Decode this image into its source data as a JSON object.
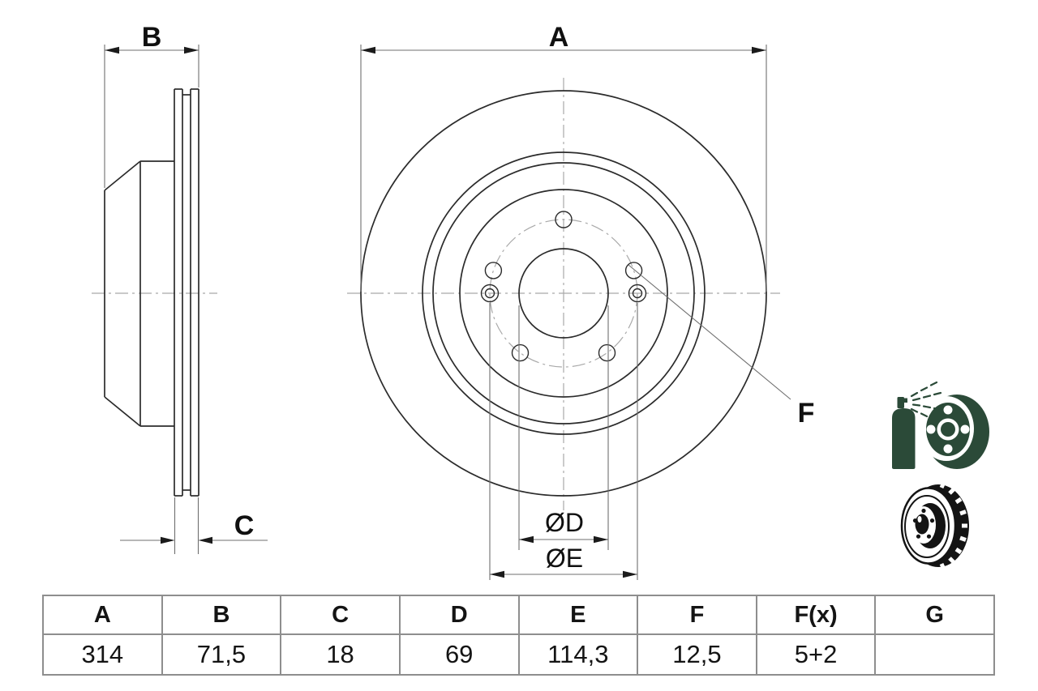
{
  "drawing": {
    "front_view": {
      "outer_diameter_label": "A",
      "bore_diameter_label": "ØD",
      "pitch_circle_label": "ØE",
      "bolt_hole_label": "F"
    },
    "side_view": {
      "total_height_label": "B",
      "thickness_label": "C"
    }
  },
  "dimension_table": {
    "headers": [
      "A",
      "B",
      "C",
      "D",
      "E",
      "F",
      "F(x)",
      "G"
    ],
    "values": [
      "314",
      "71,5",
      "18",
      "69",
      "114,3",
      "12,5",
      "5+2",
      ""
    ]
  },
  "icons": {
    "coated_disc": {
      "name": "spray-coated-disc-icon",
      "color": "#2b4a38"
    },
    "vented_disc": {
      "name": "vented-disc-icon",
      "color": "#141414"
    }
  }
}
